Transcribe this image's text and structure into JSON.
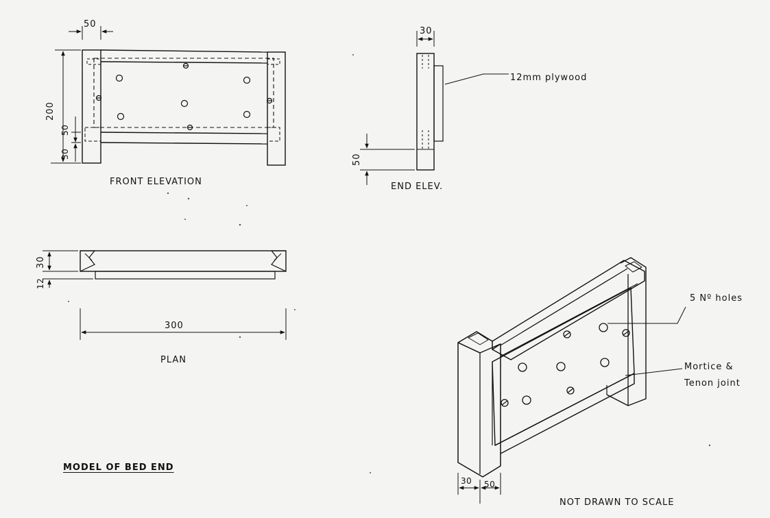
{
  "labels": {
    "front_elevation": "FRONT ELEVATION",
    "end_elev": "END ELEV.",
    "plan": "PLAN",
    "title": "MODEL OF BED END",
    "not_to_scale": "NOT DRAWN TO SCALE",
    "plywood": "12mm plywood",
    "holes": "5 Nº holes",
    "joint_line1": "Mortice &",
    "joint_line2": "Tenon joint"
  },
  "dimensions": {
    "front_top_width": "50",
    "front_height": "200",
    "front_rail": "50",
    "front_base": "30",
    "end_width": "30",
    "end_base": "50",
    "plan_depth": "30",
    "plan_ply": "12",
    "plan_length": "300",
    "iso_depth": "30",
    "iso_width": "50"
  },
  "colors": {
    "ink": "#111111",
    "paper": "#f4f5f3"
  }
}
